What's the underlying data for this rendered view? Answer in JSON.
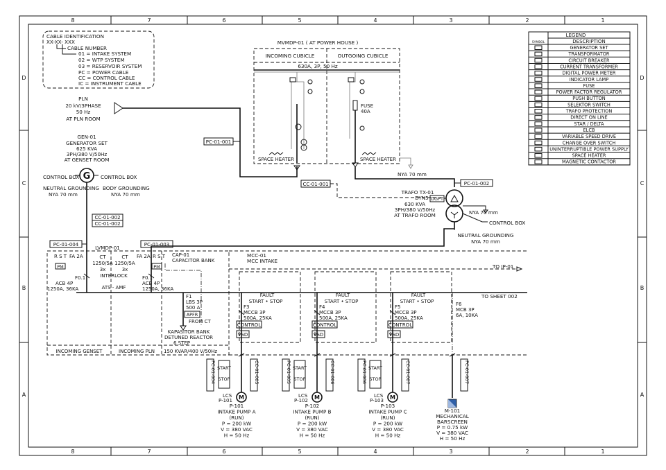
{
  "grid": {
    "columns": [
      "8",
      "7",
      "6",
      "5",
      "4",
      "3",
      "2",
      "1"
    ],
    "rows": [
      "D",
      "C",
      "B",
      "A"
    ]
  },
  "cable_id": {
    "title": "CABLE IDENTIFICATION",
    "format": "XX-XX- XXX",
    "number_label": "CABLE NUMBER",
    "codes": [
      "01 = INTAKE SYSTEM",
      "02 = WTP SYSTEM",
      "03 = RESERVOIR SYSTEM",
      "PC = POWER CABLE",
      "CC = CONTROL CABLE",
      "IC = INSTRUMENT CABLE"
    ]
  },
  "pln": {
    "lines": [
      "PLN",
      "20 kV/3PHASE",
      "50 Hz",
      "AT PLN ROOM"
    ]
  },
  "genset": {
    "lines": [
      "GEN-01",
      "GENERATOR SET",
      "625 KVA",
      "3PH/380 V/50Hz",
      "AT GENSET ROOM"
    ],
    "symbol": "G",
    "control_left": "CONTROL BOX",
    "control_right": "CONTROL BOX",
    "ground_left": [
      "NEUTRAL GROUNDING",
      "NYA 70 mm"
    ],
    "ground_right": [
      "BODY GROUNDING",
      "NYA 70 mm"
    ]
  },
  "mvmdp": {
    "title": "MVMDP-01 ( AT POWER HOUSE )",
    "incoming": "INCOMING CUBICLE",
    "outgoing": "OUTGOING CUBICLE",
    "bus": "630A, 3P, 50 Hz",
    "heater1": "SPACE HEATER",
    "heater2": "SPACE HEATER",
    "fuse": [
      "FUSE",
      "40A"
    ],
    "nya": "NYA 70 mm"
  },
  "trafo": {
    "lines": [
      "TRAFO TX-01",
      "DYN5",
      "630 KVA",
      "3PH/380 V/50Hz",
      "AT TRAFO ROOM"
    ],
    "dgpt": "DGPT",
    "nya": "NYA 70 mm",
    "control_box": "CONTROL BOX",
    "ground": [
      "NEUTRAL GROUNDING",
      "NYA 70 mm"
    ]
  },
  "cables": {
    "pc0100": "PC-01-001",
    "cc0100": "CC-01-001",
    "pc0102": "PC-01-002",
    "cc002a": "CC-01-002",
    "cc002b": "CC-01-002",
    "pc004": "PC-01-004",
    "pc003": "PC-01-003"
  },
  "lvmdp": {
    "title": "LVMDP-01",
    "rst1": "R S T",
    "rst2": "R S T",
    "fa1": "FA  2A",
    "fa2": "FA  2A",
    "pm1": "PM",
    "pm2": "PM",
    "ct1": [
      "CT",
      "1250/5A",
      "3x"
    ],
    "ct2": [
      "CT",
      "1250/5A",
      "3x"
    ],
    "f01a": [
      "F0.1",
      "ACB  4P",
      "1250A,  36KA"
    ],
    "f01b": [
      "F0.1",
      "ACB  4P",
      "1250A,  36KA"
    ],
    "interlock": "INTERLOCK",
    "ats": "ATS - AMF",
    "cap": [
      "CAP-01",
      "CAPACITOR BANK"
    ],
    "f1": [
      "F1",
      "LBS  3P",
      "500  A"
    ],
    "apfr": "APFR",
    "from_ct": "FROM CT",
    "kapasitor": [
      "KAPASITOR BANK",
      "DETUNED REACTOR",
      "6 STEP",
      "150 KVAR/400 V/50Hz"
    ],
    "incoming_genset": "INCOMING GENSET",
    "incoming_pln": "INCOMING PLN"
  },
  "mcc": {
    "title": [
      "MCC-01",
      "MCC INTAKE"
    ],
    "to_ip": "TO IP-01",
    "to_sheet": "TO SHEET 002",
    "control": "CONTROL",
    "vsd": "VSD",
    "feeders": [
      {
        "fault": "FAULT",
        "startstop": "START • STOP",
        "breaker": [
          "F3",
          "MCCB  3P",
          "500A,  25KA"
        ],
        "cable": "PC-01-004",
        "ctrl": "CC-01-005",
        "lcs": [
          "LCS",
          "P-101"
        ],
        "start": "START",
        "stop": "STOP",
        "pump": [
          "P-101",
          "INTAKE PUMP A",
          "(RUN)",
          "P  =  200  kW",
          "V  =  380  VAC",
          "H  =  50  Hz"
        ]
      },
      {
        "fault": "FAULT",
        "startstop": "START • STOP",
        "breaker": [
          "F4",
          "MCCB  3P",
          "500A,  25KA"
        ],
        "cable": "PC-01-005",
        "ctrl": "CC-01-006",
        "lcs": [
          "LCS",
          "P-102"
        ],
        "start": "START",
        "stop": "STOP",
        "pump": [
          "P-102",
          "INTAKE PUMP B",
          "(RUN)",
          "P  =  200  kW",
          "V  =  380  VAC",
          "H  =  50  Hz"
        ]
      },
      {
        "fault": "FAULT",
        "startstop": "START • STOP",
        "breaker": [
          "F5",
          "MCCB  3P",
          "500A,  25KA"
        ],
        "cable": "PC-01-006",
        "ctrl": "CC-01-007",
        "lcs": [
          "LCS",
          "P-103"
        ],
        "start": "START",
        "stop": "STOP",
        "pump": [
          "P-103",
          "INTAKE PUMP C",
          "(RUN)",
          "P  =  200  kW",
          "V  =  380  VAC",
          "H  =  50  Hz"
        ]
      }
    ],
    "f6": [
      "F6",
      "MCB  3P",
      "6A,  10KA"
    ],
    "f6_cable": "PC-01-007",
    "screen": [
      "M-101",
      "MECHANICAL",
      "BARSCREEN",
      "P  =  0.75  kW",
      "V  =  380  VAC",
      "H  =  50  Hz"
    ]
  },
  "legend": {
    "title": "LEGEND",
    "col_symbol": "SYMBOL",
    "col_desc": "DESCRIPTION",
    "items": [
      "GENERATOR SET",
      "TRANSFORMATOR",
      "CIRCUIT BREAKER",
      "CURRENT TRANSFORMER",
      "DIGITAL POWER METER",
      "INDICATOR LAMP",
      "FUSE",
      "POWER FACTOR REGULATOR",
      "PUSH BUTTON",
      "SELEKTOR SWITCH",
      "TRAFO PROTECTION",
      "DIRECT ON LINE",
      "STAR / DELTA",
      "ELCB",
      "VARIABLE SPEED DRIVE",
      "CHANGE OVER SWITCH",
      "UNINTERRUPTIBLE POWER SUPPLY",
      "SPACE HEATER",
      "MAGNETIC CONTACTOR"
    ],
    "symbols": [
      "generator-icon",
      "transformer-icon",
      "breaker-icon",
      "ct-icon",
      "meter-icon",
      "lamp-icon",
      "fuse-icon",
      "pfr-icon",
      "pushbutton-icon",
      "selector-icon",
      "trafo-protection-icon",
      "dol-icon",
      "star-delta-icon",
      "elcb-icon",
      "vsd-icon",
      "changeover-icon",
      "ups-icon",
      "heater-icon",
      "contactor-icon"
    ]
  }
}
